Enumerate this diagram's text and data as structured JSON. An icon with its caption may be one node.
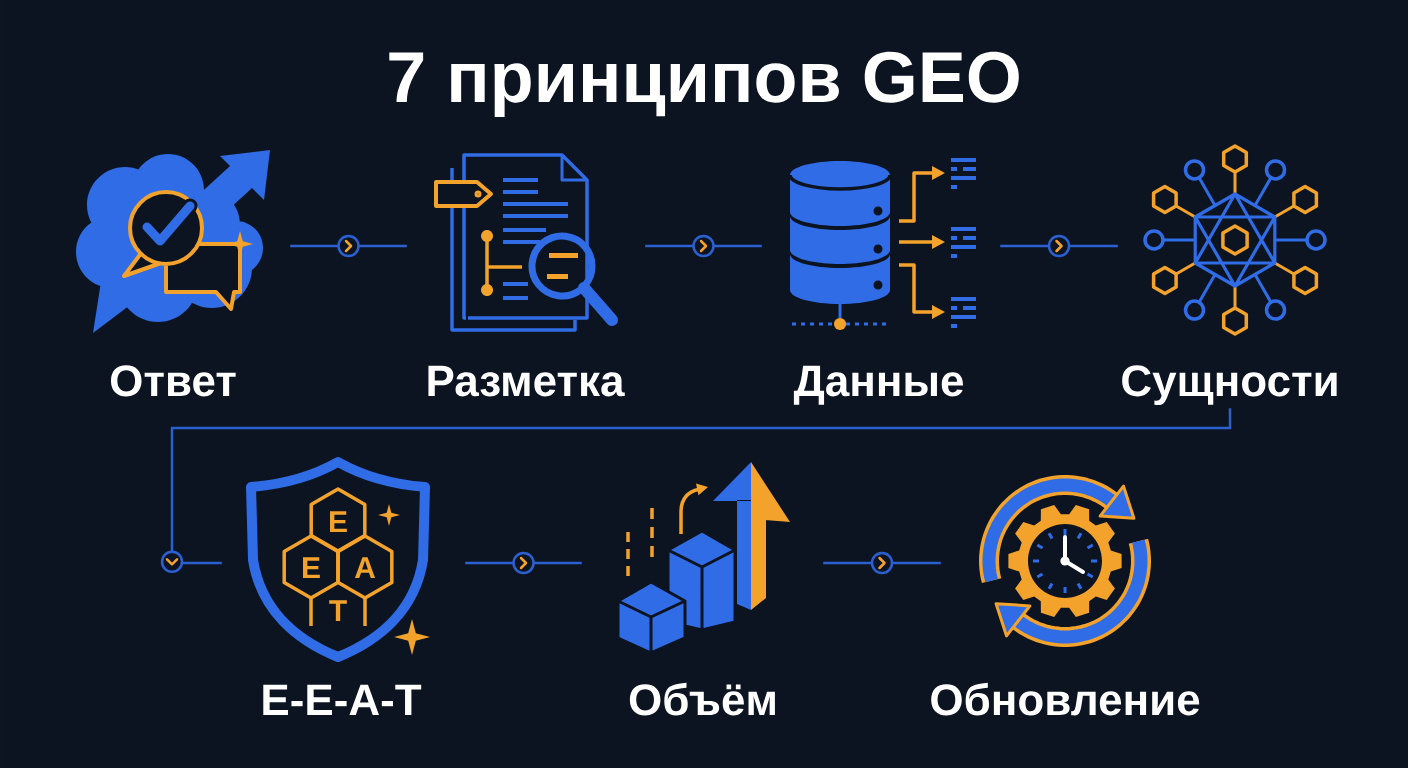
{
  "diagram": {
    "title": "7 принципов GEO",
    "nodes": [
      {
        "text": [
          "Ответ"
        ]
      },
      {
        "text": [
          "Разметка"
        ]
      },
      {
        "text": [
          "Данные"
        ]
      },
      {
        "text": [
          "Сущности"
        ]
      },
      {
        "text": [
          "E-E-A-T"
        ]
      },
      {
        "text": [
          "Объём"
        ]
      },
      {
        "text": [
          "Обновление"
        ]
      }
    ],
    "edges": [
      {
        "from": 0,
        "to": 1,
        "arrow": "to"
      },
      {
        "from": 1,
        "to": 2,
        "arrow": "to"
      },
      {
        "from": 2,
        "to": 3,
        "arrow": "to"
      },
      {
        "from": 3,
        "to": 4,
        "arrow": "to"
      },
      {
        "from": 4,
        "to": 5,
        "arrow": "to"
      },
      {
        "from": 5,
        "to": 6,
        "arrow": "to"
      }
    ],
    "labels": [
      "E",
      "E",
      "A",
      "T"
    ]
  }
}
